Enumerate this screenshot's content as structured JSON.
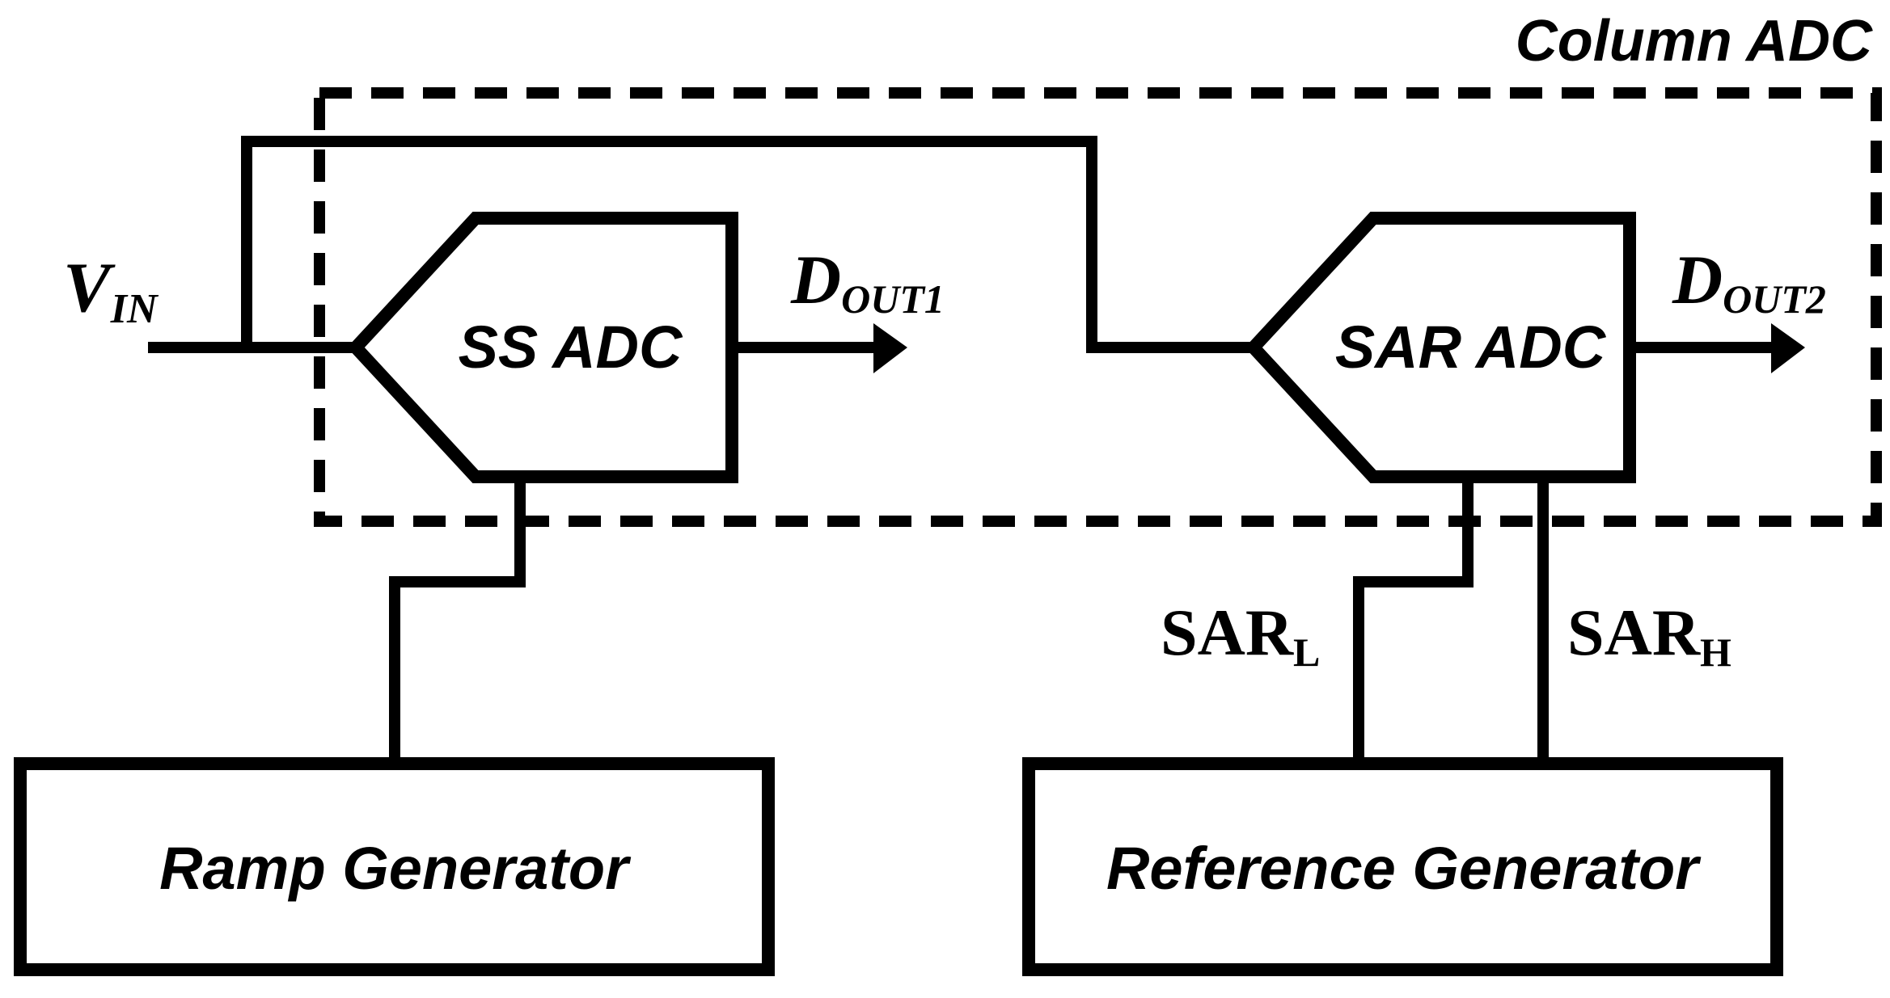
{
  "title": "Column ADC",
  "blocks": {
    "ss_adc": "SS ADC",
    "sar_adc": "SAR ADC",
    "ramp_generator": "Ramp Generator",
    "reference_generator": "Reference Generator"
  },
  "signals": {
    "vin_main": "V",
    "vin_sub": "IN",
    "dout1_main": "D",
    "dout1_sub": "OUT1",
    "dout2_main": "D",
    "dout2_sub": "OUT2",
    "sarl_main": "SAR",
    "sarl_sub": "L",
    "sarh_main": "SAR",
    "sarh_sub": "H"
  }
}
